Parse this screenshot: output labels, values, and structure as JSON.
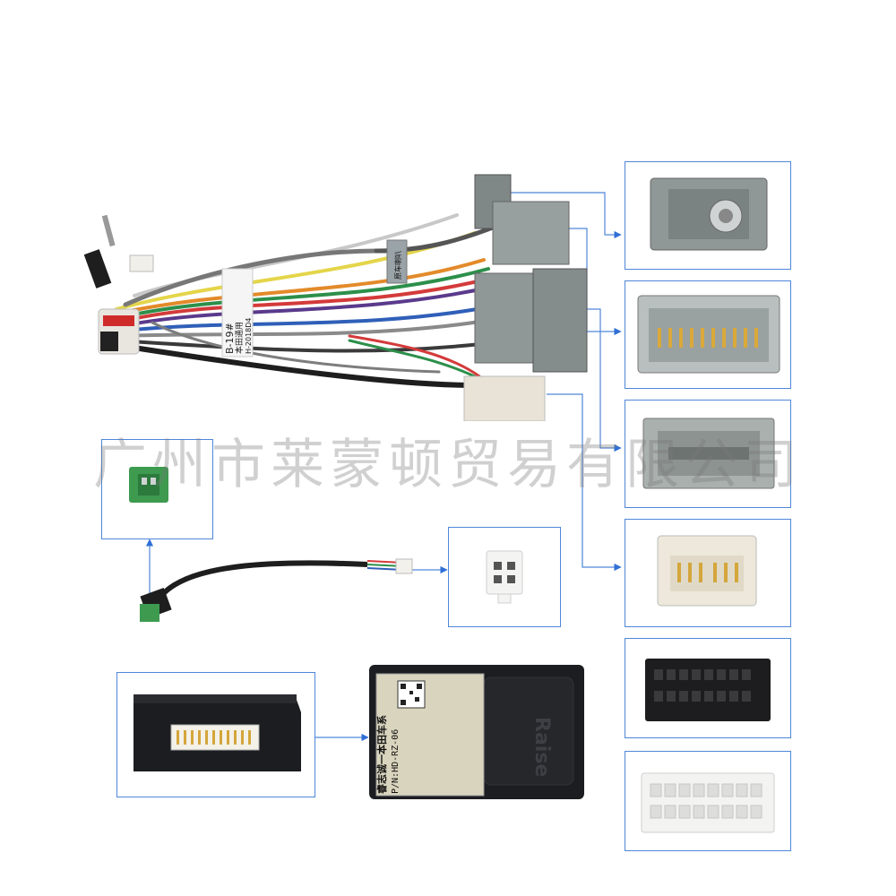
{
  "watermark": "广州市莱蒙顿贸易有限公司",
  "harness": {
    "tag_left_line1": "B-19#",
    "tag_left_line2": "本田通用",
    "tag_left_line3": "H-2018D4",
    "tag_right": "原车喇叭"
  },
  "control_box": {
    "line1": "睿志诚一本田车系",
    "line2": "P/N:HD-RZ-06",
    "brand_mark": "Raise"
  },
  "colors": {
    "frame_border": "#4f86d9",
    "connector_gray": "#8f9896",
    "connector_white": "#e8e3d6",
    "green_connector": "#3d9a4f",
    "box_black": "#1b1d20"
  }
}
